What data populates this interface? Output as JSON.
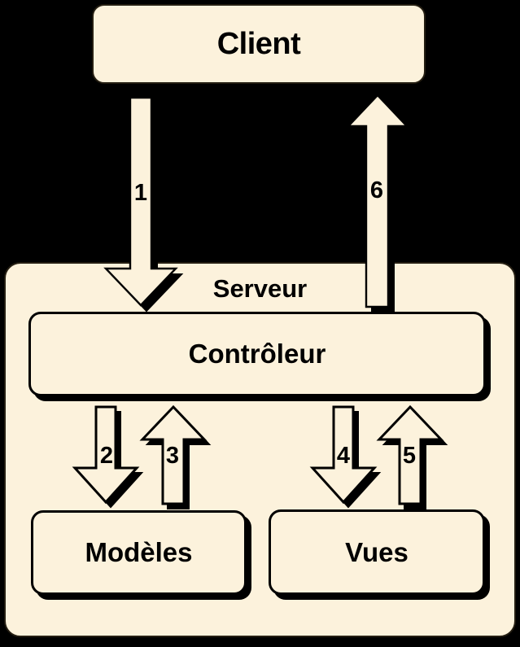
{
  "diagram": {
    "colors": {
      "background": "#000000",
      "box_fill": "#FCF2DC",
      "outline": "#000000"
    },
    "nodes": {
      "client": {
        "label": "Client"
      },
      "serveur": {
        "label": "Serveur"
      },
      "controleur": {
        "label": "Contrôleur"
      },
      "modeles": {
        "label": "Modèles"
      },
      "vues": {
        "label": "Vues"
      }
    },
    "arrows": [
      {
        "label": "1",
        "direction": "down",
        "from": "Client",
        "to": "Serveur"
      },
      {
        "label": "2",
        "direction": "down",
        "from": "Contrôleur",
        "to": "Modèles"
      },
      {
        "label": "3",
        "direction": "up",
        "from": "Modèles",
        "to": "Contrôleur"
      },
      {
        "label": "4",
        "direction": "down",
        "from": "Contrôleur",
        "to": "Vues"
      },
      {
        "label": "5",
        "direction": "up",
        "from": "Vues",
        "to": "Contrôleur"
      },
      {
        "label": "6",
        "direction": "up",
        "from": "Serveur",
        "to": "Client"
      }
    ]
  }
}
